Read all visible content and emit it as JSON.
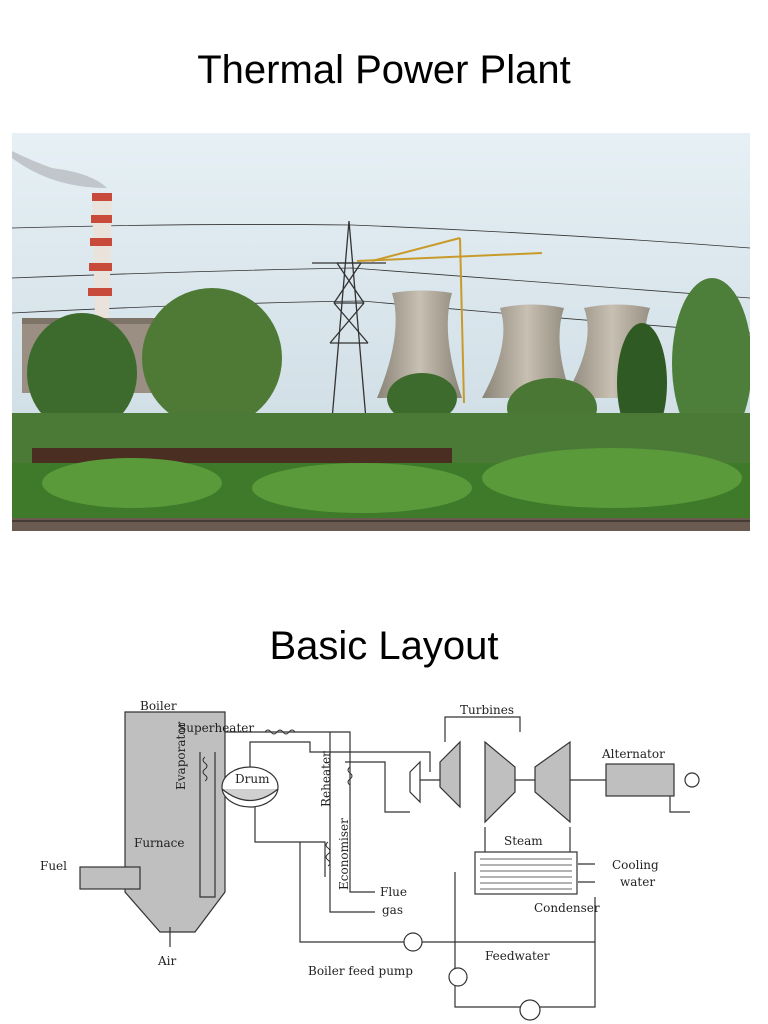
{
  "slides": {
    "title1": "Thermal Power Plant",
    "title2": "Basic Layout"
  },
  "diagram": {
    "labels": {
      "boiler": "Boiler",
      "superheater": "Superheater",
      "evaporator": "Evaporator",
      "drum": "Drum",
      "reheater": "Reheater",
      "furnace": "Furnace",
      "economiser": "Economiser",
      "fuel": "Fuel",
      "flue": "Flue",
      "gas": "gas",
      "air": "Air",
      "turbines": "Turbines",
      "alternator": "Alternator",
      "steam": "Steam",
      "cooling": "Cooling",
      "water": "water",
      "condenser": "Condenser",
      "feedwater": "Feedwater",
      "boiler_feed_pump": "Boiler feed pump"
    }
  }
}
